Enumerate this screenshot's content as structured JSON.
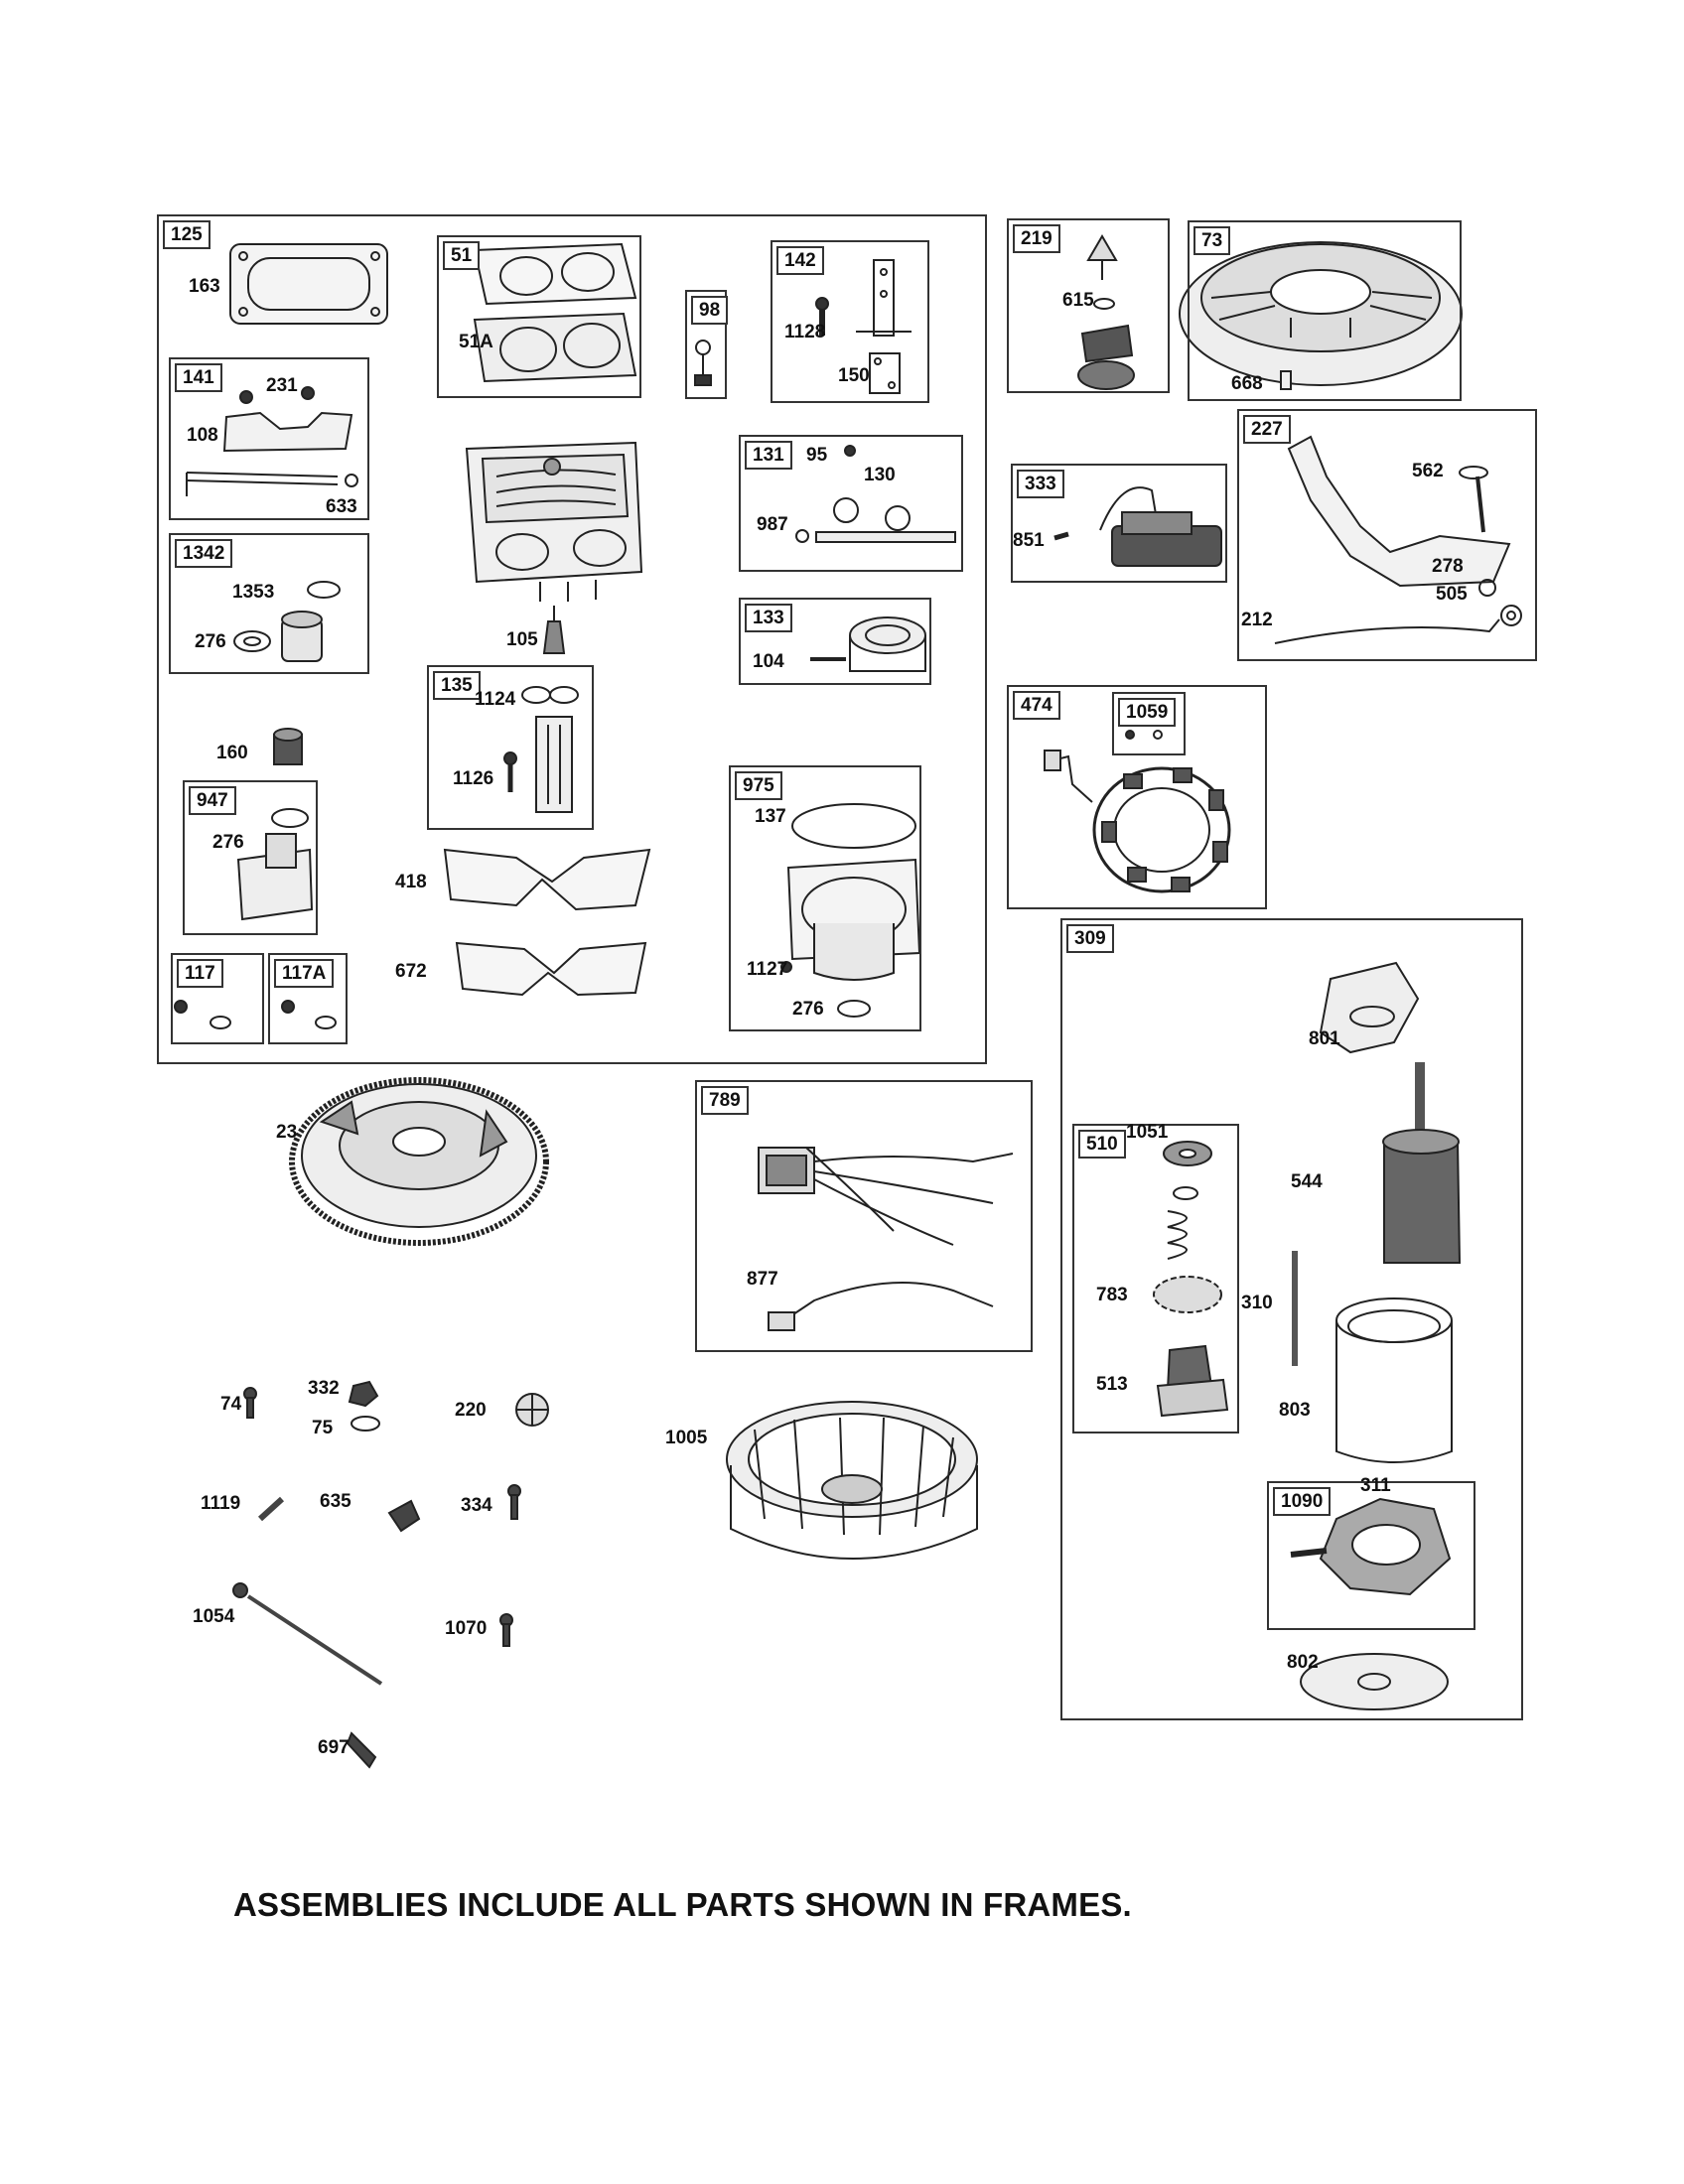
{
  "frames": {
    "f125": "125",
    "f51": "51",
    "f98": "98",
    "f142": "142",
    "f141": "141",
    "f131": "131",
    "f1342": "1342",
    "f133": "133",
    "f135": "135",
    "f975": "975",
    "f947": "947",
    "f117": "117",
    "f117a": "117A",
    "f219": "219",
    "f73": "73",
    "f333": "333",
    "f227": "227",
    "f474": "474",
    "f1059": "1059",
    "f309": "309",
    "f510": "510",
    "f1090": "1090",
    "f789": "789"
  },
  "parts": {
    "p163": "163",
    "p51a": "51A",
    "p1128": "1128",
    "p150": "150",
    "p231": "231",
    "p108": "108",
    "p633": "633",
    "p95": "95",
    "p130": "130",
    "p987": "987",
    "p1353": "1353",
    "p276a": "276",
    "p104": "104",
    "p105": "105",
    "p1124": "1124",
    "p1126": "1126",
    "p160": "160",
    "p276b": "276",
    "p137": "137",
    "p418": "418",
    "p672": "672",
    "p1127": "1127",
    "p276c": "276",
    "p615": "615",
    "p668": "668",
    "p562": "562",
    "p851": "851",
    "p278": "278",
    "p505": "505",
    "p212": "212",
    "p801": "801",
    "p23": "23",
    "p1051": "1051",
    "p544": "544",
    "p877": "877",
    "p783": "783",
    "p310": "310",
    "p513": "513",
    "p803": "803",
    "p74": "74",
    "p332": "332",
    "p75": "75",
    "p220": "220",
    "p1005": "1005",
    "p311": "311",
    "p1119": "1119",
    "p635": "635",
    "p334": "334",
    "p1054": "1054",
    "p1070": "1070",
    "p802": "802",
    "p697": "697"
  },
  "footer": "ASSEMBLIES INCLUDE ALL PARTS SHOWN IN FRAMES."
}
